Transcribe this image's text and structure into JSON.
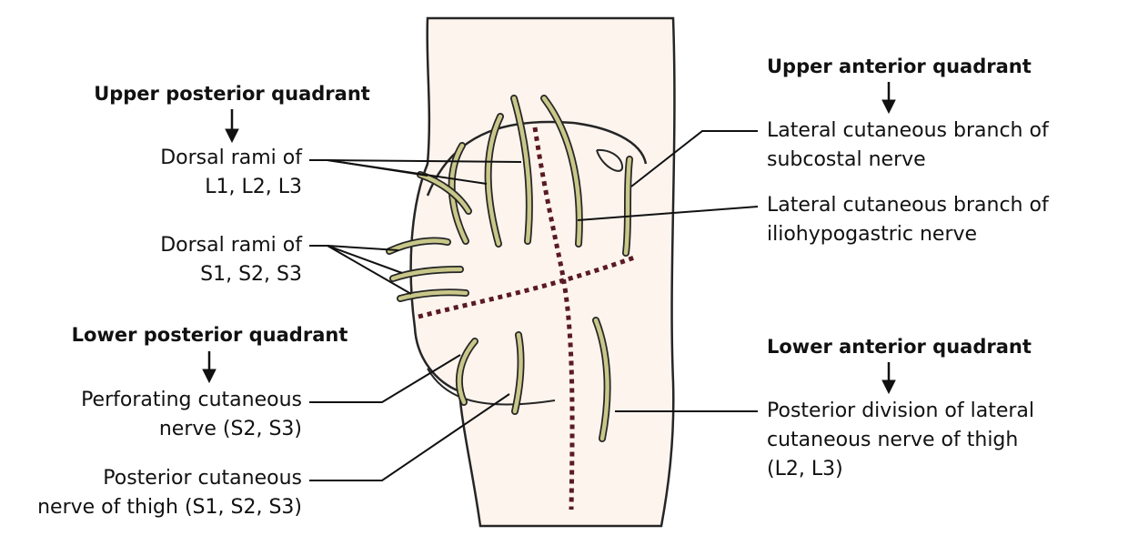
{
  "colors": {
    "skin": "#fdf4ee",
    "skin_outline": "#262626",
    "nerve_fill": "#c9c789",
    "nerve_outline": "#262626",
    "quadrant_line": "#5a1a22",
    "leader": "#111111"
  },
  "headings": {
    "upper_posterior": "Upper posterior quadrant",
    "lower_posterior": "Lower posterior quadrant",
    "upper_anterior": "Upper anterior quadrant",
    "lower_anterior": "Lower anterior quadrant"
  },
  "labels": {
    "dorsal_lumbar": [
      "Dorsal rami of",
      "L1, L2, L3"
    ],
    "dorsal_sacral": [
      "Dorsal rami of",
      "S1, S2, S3"
    ],
    "perforating": [
      "Perforating cutaneous",
      "nerve (S2, S3)"
    ],
    "posterior_thigh": [
      "Posterior cutaneous",
      "nerve of thigh (S1, S2, S3)"
    ],
    "subcostal": [
      "Lateral cutaneous branch of",
      "subcostal nerve"
    ],
    "iliohypogastric": [
      "Lateral cutaneous branch of",
      "iliohypogastric nerve"
    ],
    "lateral_thigh": [
      "Posterior division of lateral",
      "cutaneous nerve of thigh",
      "(L2, L3)"
    ]
  },
  "icons": {
    "arrow": "down-arrow-icon"
  }
}
